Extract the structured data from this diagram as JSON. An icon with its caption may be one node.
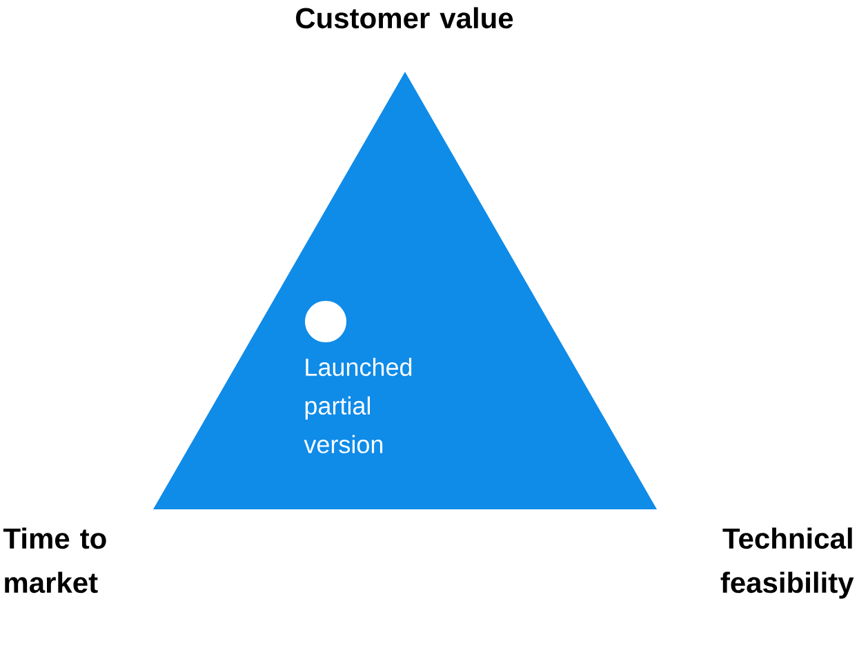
{
  "diagram": {
    "nodes": [
      {
        "text": [],
        "shape": "triangle"
      },
      {
        "text": [],
        "shape": "circle",
        "in": 0,
        "beside": [
          "Launched partial version"
        ]
      }
    ],
    "labels": [
      "Customer value",
      "Time to market",
      "Technical feasibility"
    ]
  }
}
